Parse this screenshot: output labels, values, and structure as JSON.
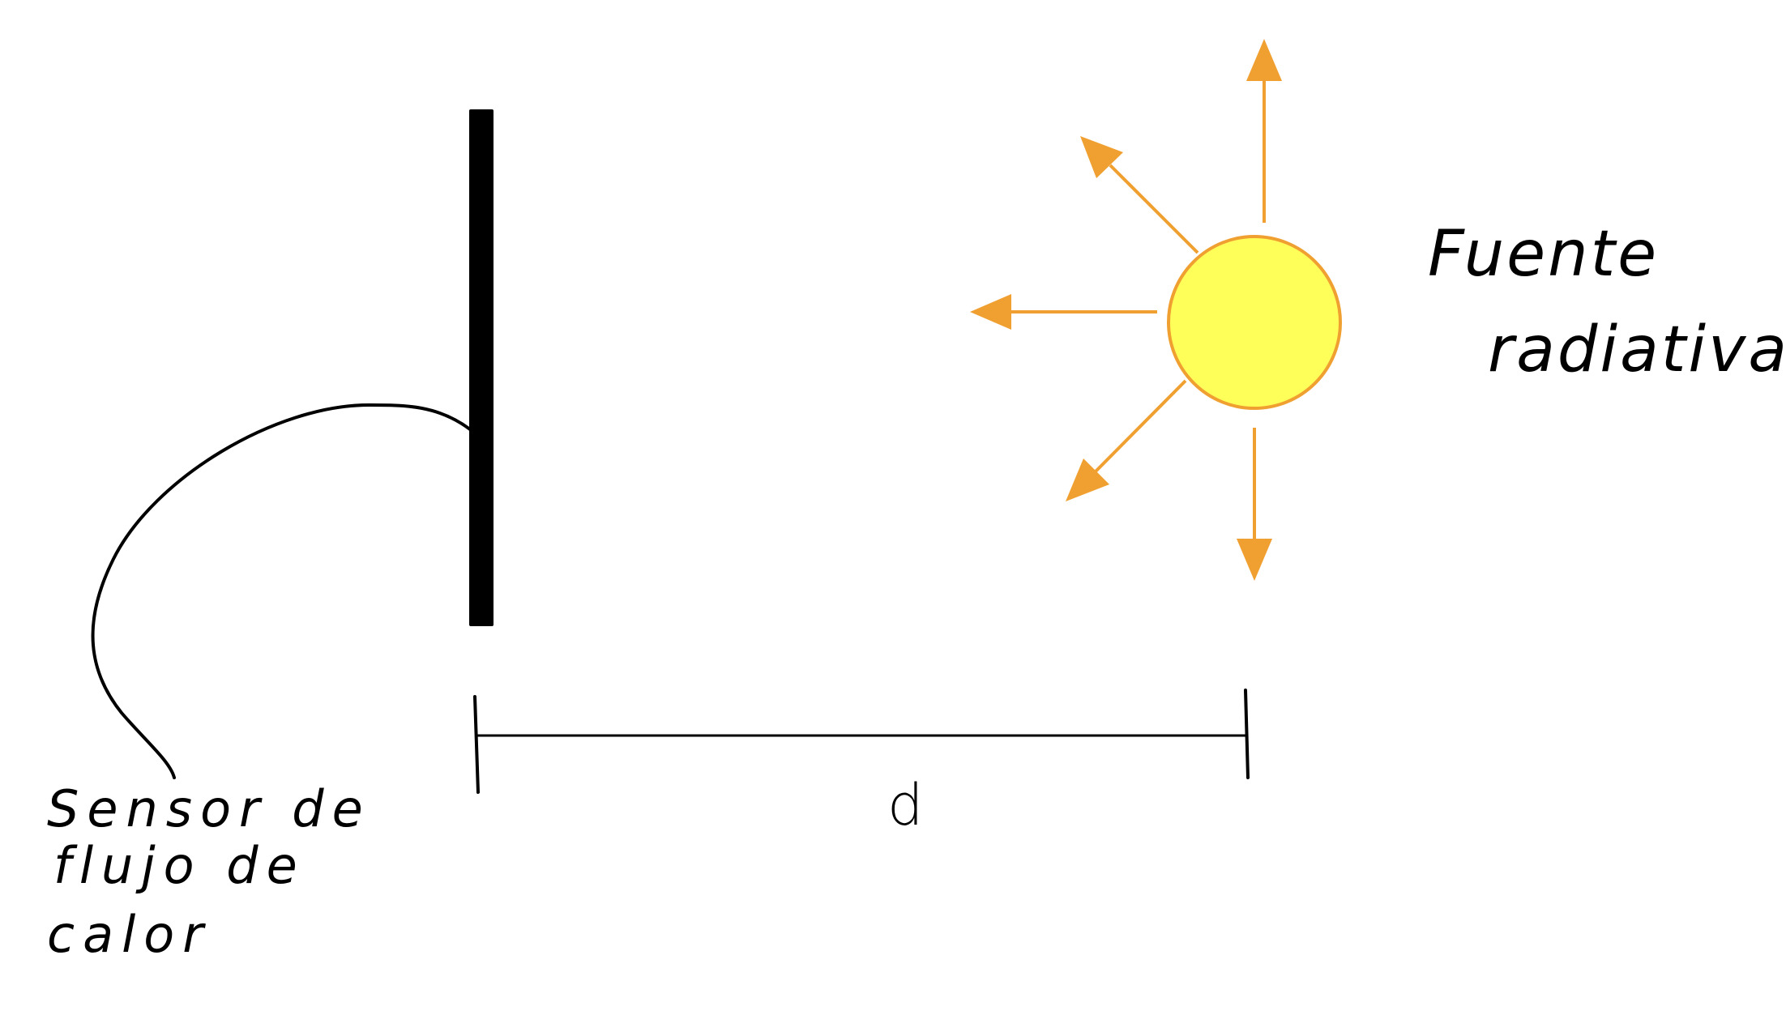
{
  "labels": {
    "source_line1": "Fuente",
    "source_line2": "radiativa",
    "sensor_line1": "Sensor de",
    "sensor_line2": "flujo de",
    "sensor_line3": "calor",
    "distance": "d"
  },
  "colors": {
    "sun_fill": "#FFFF5A",
    "sun_stroke": "#F0A030",
    "arrow": "#F0A030",
    "ink": "#000000",
    "background": "#FFFFFF"
  }
}
